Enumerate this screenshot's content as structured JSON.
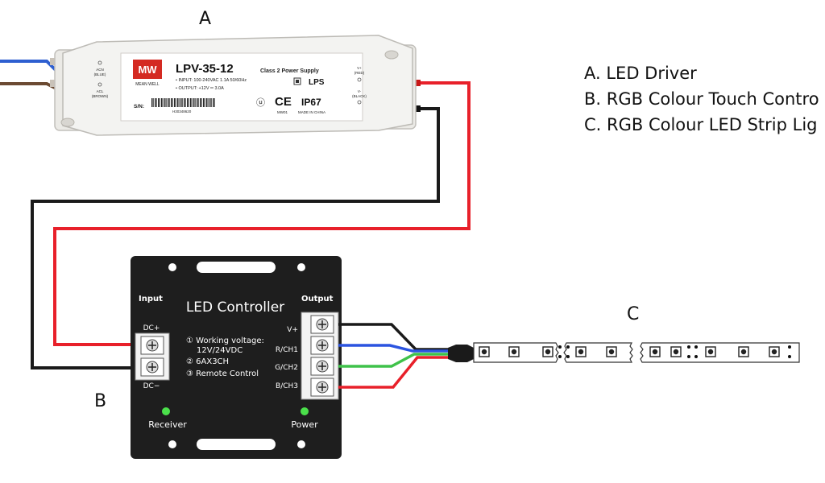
{
  "labels": {
    "a": "A",
    "b": "B",
    "c": "C"
  },
  "legend": [
    "A. LED Driver",
    "B. RGB Colour Touch Contro",
    "C. RGB Colour LED Strip Lig"
  ],
  "driver": {
    "logo": "MW",
    "logo_sub": "MEAN WELL",
    "model": "LPV-35-12",
    "class_text": "Class 2 Power Supply",
    "input_text": "• INPUT:  100-240VAC  1.1A    50/60Hz",
    "output_text": "• OUTPUT:  +12V ═  3.0A",
    "lps": "LPS",
    "ip": "IP67",
    "ce": "CE",
    "sn": "S/N:",
    "serial": "H30348620",
    "made": "MADE IN CHINA",
    "mw": "MW01",
    "acn": "ACN",
    "acn_color": "(BLUE)",
    "acl": "ACL",
    "acl_color": "(BROWN)",
    "vplus": "V+",
    "vplus_color": "(RED)",
    "vminus": "V-",
    "vminus_color": "(BLACK)"
  },
  "controller": {
    "title": "LED Controller",
    "input": "Input",
    "output": "Output",
    "dc_plus": "DC+",
    "dc_minus": "DC−",
    "spec1a": "① Working voltage:",
    "spec1b": "12V/24VDC",
    "spec2": "② 6AX3CH",
    "spec3": "③ Remote Control",
    "out_v": "V+",
    "out_r": "R/CH1",
    "out_g": "G/CH2",
    "out_b": "B/CH3",
    "receiver": "Receiver",
    "power": "Power"
  },
  "colors": {
    "wire_red": "#e8202a",
    "wire_black": "#1a1a1a",
    "wire_blue": "#2b54e0",
    "wire_green": "#3fc24a",
    "controller_body": "#1e1e1e",
    "led_green": "#4be04b"
  }
}
